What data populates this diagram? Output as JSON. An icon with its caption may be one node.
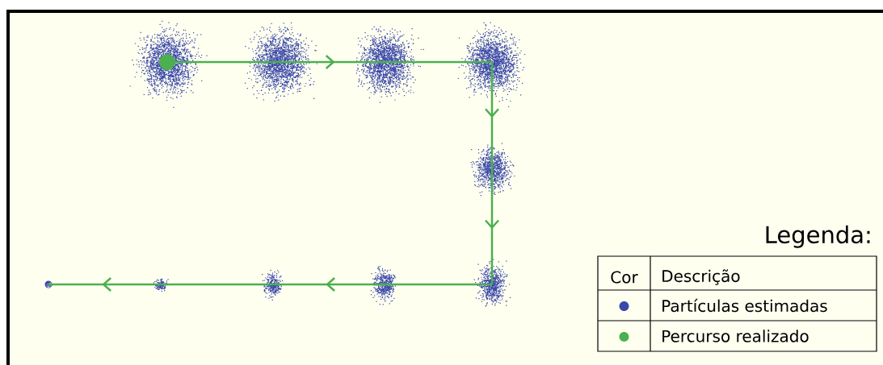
{
  "diagram": {
    "nodes": [
      {
        "text": [],
        "shape": "cloud"
      },
      {
        "text": [],
        "shape": "cloud"
      },
      {
        "text": [],
        "shape": "cloud"
      },
      {
        "text": [],
        "shape": "cloud"
      },
      {
        "text": [],
        "shape": "cloud"
      },
      {
        "text": [],
        "shape": "cloud"
      },
      {
        "text": [],
        "shape": "cloud"
      },
      {
        "text": [],
        "shape": "cloud"
      },
      {
        "text": [],
        "shape": "cloud"
      },
      {
        "text": [],
        "shape": "cloud"
      }
    ],
    "edges": [
      {
        "from": 0,
        "to": 1,
        "arrow": "none"
      },
      {
        "from": 1,
        "to": 2,
        "arrow": "to"
      },
      {
        "from": 2,
        "to": 3,
        "arrow": "none"
      },
      {
        "from": 3,
        "to": 4,
        "arrow": "to"
      },
      {
        "from": 4,
        "to": 5,
        "arrow": "to"
      },
      {
        "from": 5,
        "to": 6,
        "arrow": "none"
      },
      {
        "from": 6,
        "to": 7,
        "arrow": "to"
      },
      {
        "from": 7,
        "to": 8,
        "arrow": "none"
      },
      {
        "from": 8,
        "to": 9,
        "arrow": "to"
      }
    ],
    "labels": [
      "Legenda:",
      "Cor",
      "Descrição"
    ],
    "legend": [
      {
        "text": "Partículas estimadas",
        "color": "#3a48a8"
      },
      {
        "text": "Percurso realizado",
        "color": "#4caf50"
      }
    ]
  }
}
